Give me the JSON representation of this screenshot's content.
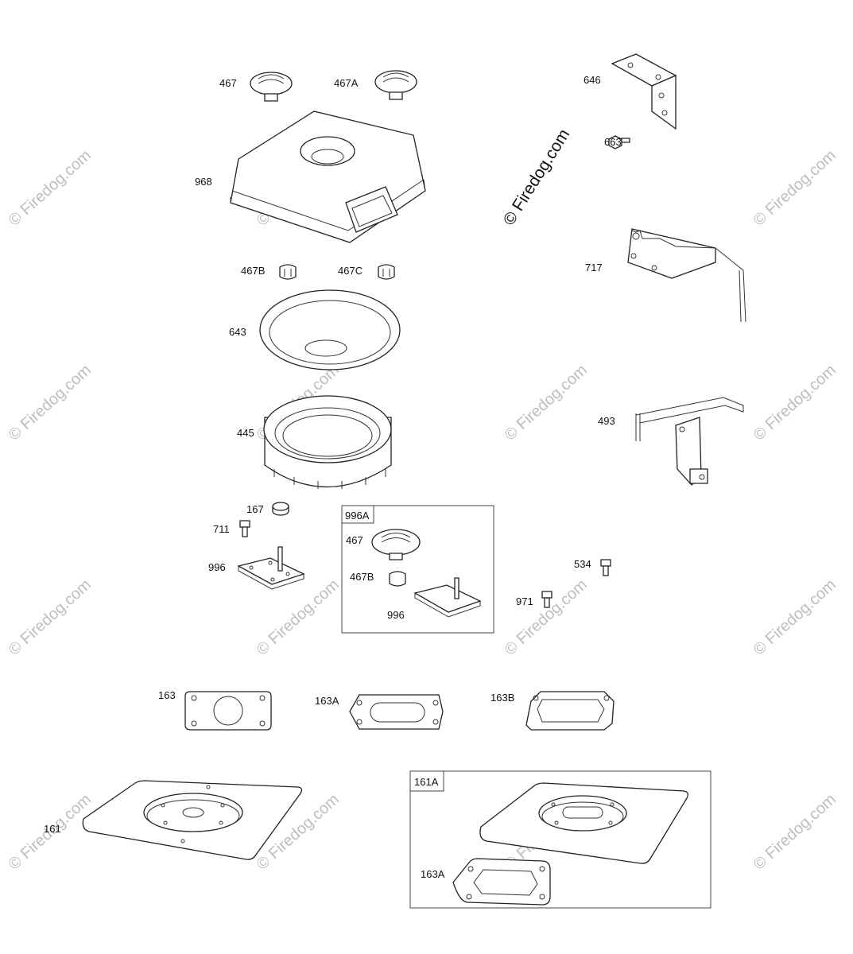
{
  "watermark": {
    "text": "© Firedog.com"
  },
  "labels": {
    "p467": "467",
    "p467A": "467A",
    "p968": "968",
    "p467B": "467B",
    "p467C": "467C",
    "p643": "643",
    "p445": "445",
    "p167": "167",
    "p711": "711",
    "p996": "996",
    "p996A": "996A",
    "p996A_467": "467",
    "p996A_467B": "467B",
    "p996A_996": "996",
    "p646": "646",
    "p663": "663",
    "p717": "717",
    "p493": "493",
    "p534": "534",
    "p971": "971",
    "p163": "163",
    "p163A": "163A",
    "p163B": "163B",
    "p161": "161",
    "p161A": "161A",
    "p161A_163A": "163A"
  }
}
